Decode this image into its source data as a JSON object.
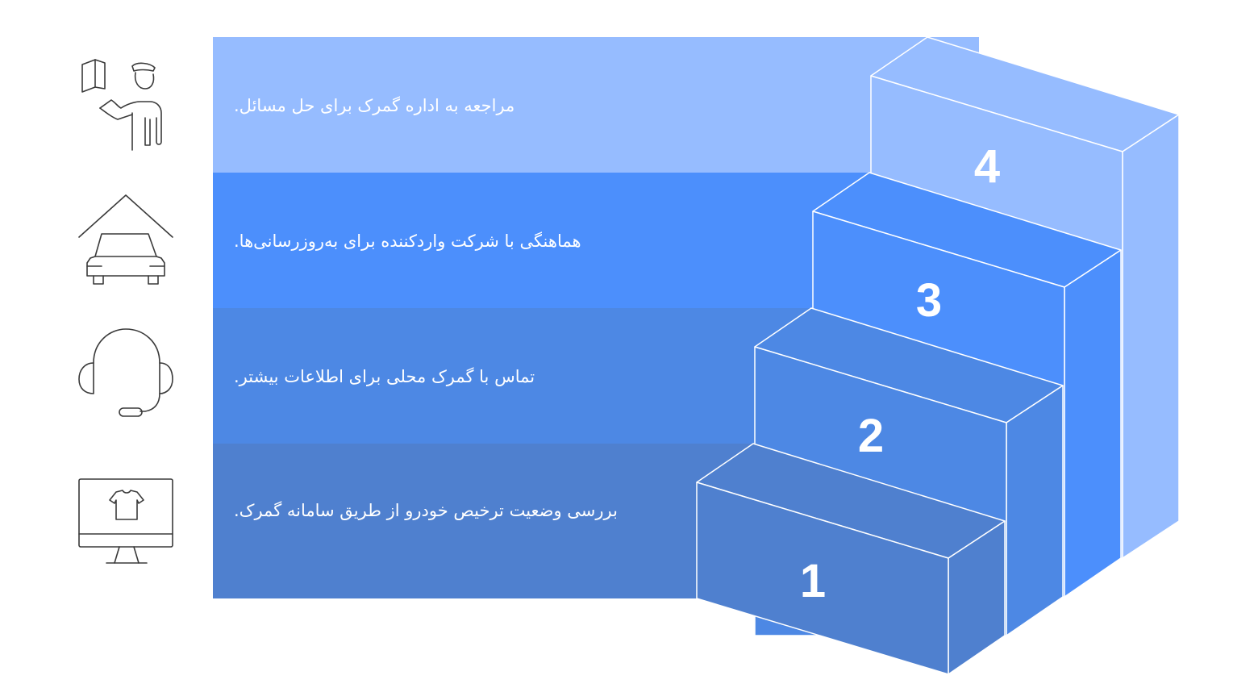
{
  "steps": [
    {
      "number": "1",
      "text": "بررسی وضعیت ترخیص خودرو از طریق سامانه گمرک.",
      "icon": "monitor-shirt-icon"
    },
    {
      "number": "2",
      "text": "تماس با گمرک محلی برای اطلاعات بیشتر.",
      "icon": "headset-icon"
    },
    {
      "number": "3",
      "text": "هماهنگی با شرکت واردکننده برای به‌روزرسانی‌ها.",
      "icon": "car-garage-icon"
    },
    {
      "number": "4",
      "text": "مراجعه به اداره گمرک برای حل مسائل.",
      "icon": "customs-officer-icon"
    }
  ],
  "colors": {
    "band_1": "#4f80cf",
    "band_2": "#4d88e4",
    "band_3": "#4c8ffc",
    "band_4": "#96bcff",
    "outline": "#ffffff",
    "icon_stroke": "#3a3a3a"
  }
}
